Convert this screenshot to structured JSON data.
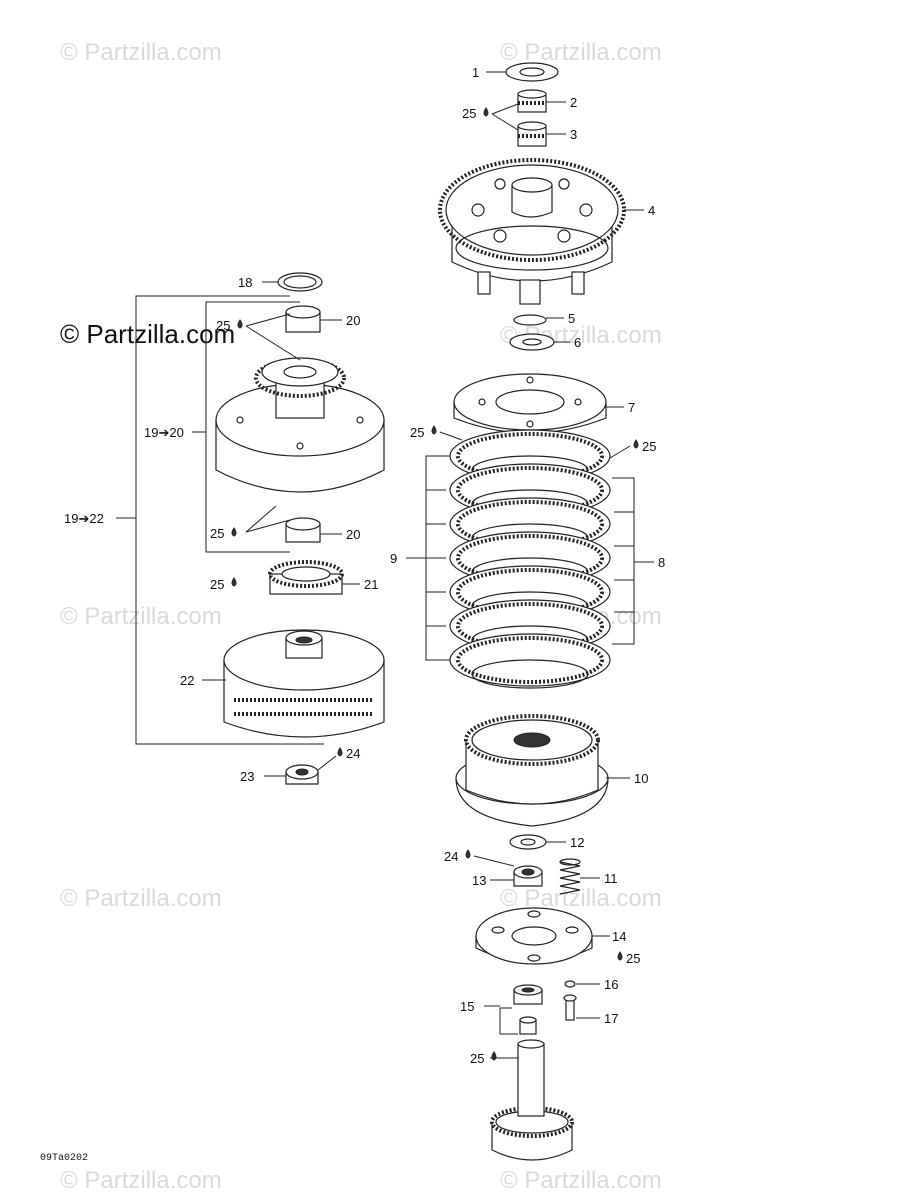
{
  "watermarks": {
    "tl": "© Partzilla.com",
    "tr": "© Partzilla.com",
    "big": "© Partzilla.com",
    "mr1": "© Partzilla.com",
    "ml": "© Partzilla.com",
    "mr2": "© Partzilla.com",
    "ll": "© Partzilla.com",
    "lr": "© Partzilla.com",
    "bl": "© Partzilla.com",
    "br": "© Partzilla.com"
  },
  "diagram_ref": "09Ta0202",
  "labels": {
    "p1": "1",
    "p2": "2",
    "p25a": "25",
    "p3": "3",
    "p4": "4",
    "p18": "18",
    "p20a": "20",
    "p25b": "25",
    "p19_20": "19➔20",
    "p19_22": "19➔22",
    "p25c": "25",
    "p20b": "20",
    "p25d": "25",
    "p21": "21",
    "p22": "22",
    "p24a": "24",
    "p23": "23",
    "p5": "5",
    "p6": "6",
    "p7": "7",
    "p25e": "25",
    "p25f": "25",
    "p9": "9",
    "p8": "8",
    "p10": "10",
    "p12": "12",
    "p24b": "24",
    "p13": "13",
    "p11": "11",
    "p14": "14",
    "p25g": "25",
    "p15": "15",
    "p16": "16",
    "p17": "17",
    "p25h": "25"
  }
}
